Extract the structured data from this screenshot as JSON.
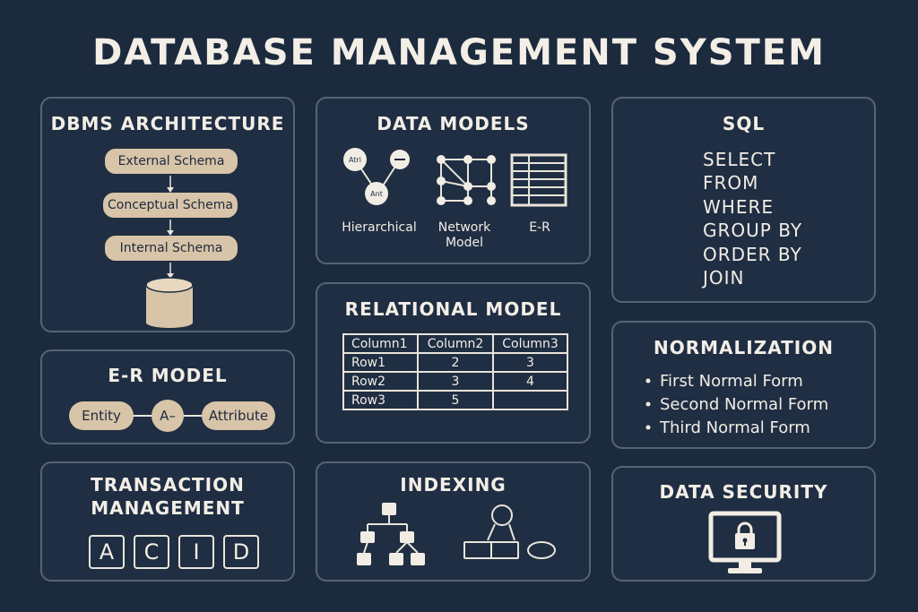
{
  "title": "DATABASE MANAGEMENT SYSTEM",
  "architecture": {
    "title": "DBMS ARCHITECTURE",
    "levels": [
      "External Schema",
      "Conceptual Schema",
      "Internal Schema"
    ]
  },
  "data_models": {
    "title": "DATA MODELS",
    "models": [
      "Hierarchical",
      "Network Model",
      "E-R"
    ],
    "node_labels": [
      "Atri",
      "Ant"
    ]
  },
  "sql": {
    "title": "SQL",
    "keywords": [
      "SELECT",
      "FROM",
      "WHERE",
      "GROUP BY",
      "ORDER BY",
      "JOIN"
    ]
  },
  "er_model": {
    "title": "E-R MODEL",
    "entity": "Entity",
    "relation": "A–",
    "attribute": "Attribute"
  },
  "relational": {
    "title": "RELATIONAL MODEL",
    "columns": [
      "Column1",
      "Column2",
      "Column3"
    ],
    "rows": [
      [
        "Row1",
        "2",
        "3"
      ],
      [
        "Row2",
        "3",
        "4"
      ],
      [
        "Row3",
        "5",
        ""
      ]
    ]
  },
  "normalization": {
    "title": "NORMALIZATION",
    "forms": [
      "First Normal Form",
      "Second Normal Form",
      "Third Normal Form"
    ]
  },
  "transaction": {
    "title_line1": "TRANSACTION",
    "title_line2": "MANAGEMENT",
    "letters": [
      "A",
      "C",
      "I",
      "D"
    ]
  },
  "indexing": {
    "title": "INDEXING"
  },
  "security": {
    "title": "DATA SECURITY"
  },
  "colors": {
    "background": "#1c2a3e",
    "accent": "#d8c4a8",
    "border": "#566478"
  }
}
